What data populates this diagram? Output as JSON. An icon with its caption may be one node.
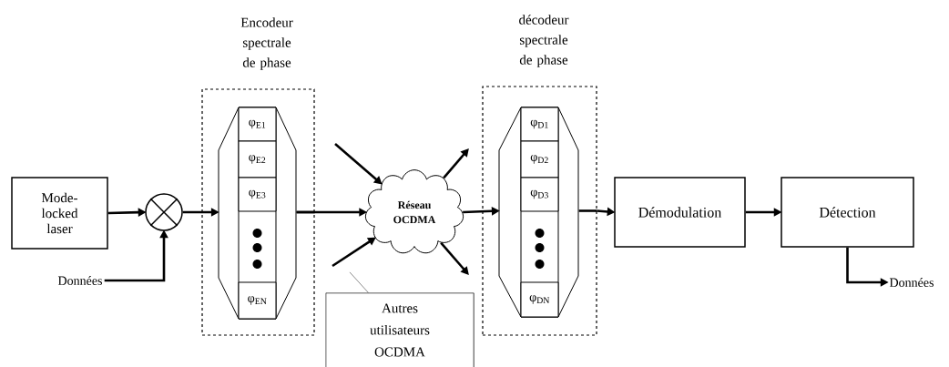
{
  "diagram": {
    "nodes": [
      {
        "text": [
          "Mode-locked laser"
        ]
      },
      {
        "text": [],
        "shape": "circle"
      },
      {
        "text": [
          "Données"
        ]
      },
      {
        "text": [
          "Encodeur spectrale de phase"
        ]
      },
      {
        "text": [
          "φ$_{E1}$"
        ],
        "in": 3
      },
      {
        "text": [
          "φ$_{E2}$"
        ],
        "in": 3
      },
      {
        "text": [
          "φ$_{E3}$"
        ],
        "in": 3
      },
      {
        "text": [
          "φ$_{EN}$"
        ],
        "in": 3
      },
      {
        "text": [
          "Réseau OCDMA"
        ]
      },
      {
        "text": [
          "Autres utilisateurs OCDMA"
        ]
      },
      {
        "text": [
          "décodeur spectrale de phase"
        ]
      },
      {
        "text": [
          "φ$_{D1}$"
        ],
        "in": 10
      },
      {
        "text": [
          "φ$_{D2}$"
        ],
        "in": 10
      },
      {
        "text": [
          "φ$_{D3}$"
        ],
        "in": 10
      },
      {
        "text": [
          "φ$_{DN}$"
        ],
        "in": 10
      },
      {
        "text": [
          "Démodulation"
        ]
      },
      {
        "text": [
          "Détection"
        ]
      },
      {
        "text": [
          "Données"
        ]
      }
    ],
    "edges": [
      {
        "from": 0,
        "to": 1,
        "arrow": "to"
      },
      {
        "from": 2,
        "to": 1,
        "arrow": "to"
      },
      {
        "from": 1,
        "to": 3,
        "arrow": "to"
      },
      {
        "from": 3,
        "to": 8,
        "arrow": "to"
      },
      {
        "from": null,
        "to": 8,
        "arrow": "to"
      },
      {
        "from": null,
        "to": 8,
        "arrow": "to"
      },
      {
        "from": 8,
        "to": null,
        "arrow": "to"
      },
      {
        "from": 8,
        "to": null,
        "arrow": "to"
      },
      {
        "from": 8,
        "to": 10,
        "arrow": "to"
      },
      {
        "from": 10,
        "to": 15,
        "arrow": "to"
      },
      {
        "from": 15,
        "to": 16,
        "arrow": "to"
      },
      {
        "from": 16,
        "to": 17,
        "arrow": "to"
      },
      {
        "from": 9,
        "to": null,
        "arrow": "none",
        "color": "#707070"
      }
    ]
  }
}
